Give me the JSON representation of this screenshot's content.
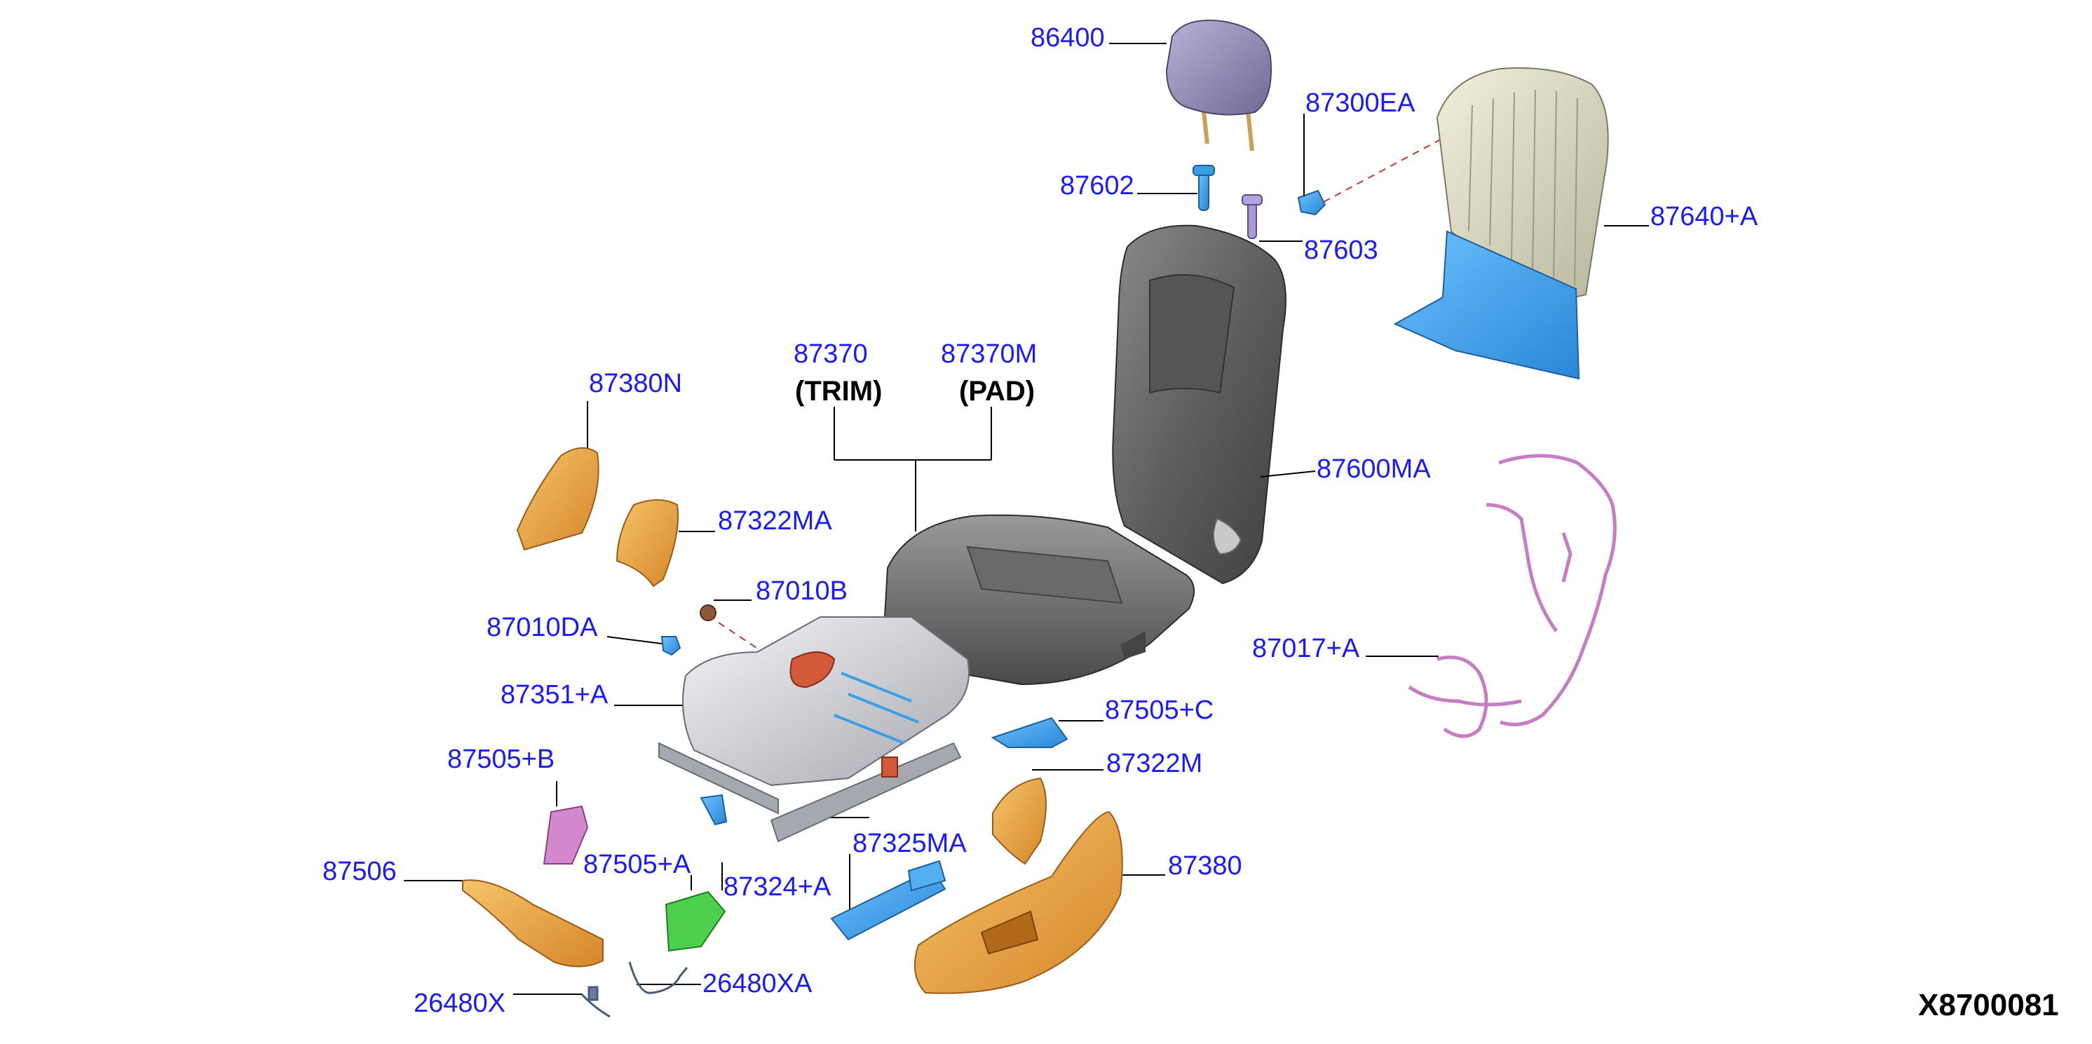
{
  "diagram": {
    "id_code": "X8700081",
    "notes": {
      "trim": "(TRIM)",
      "pad": "(PAD)"
    },
    "part_labels": {
      "p86400": "86400",
      "p87300EA": "87300EA",
      "p87602": "87602",
      "p87603": "87603",
      "p87640A": "87640+A",
      "p87370": "87370",
      "p87370M": "87370M",
      "p87380N": "87380N",
      "p87600MA": "87600MA",
      "p87322MA": "87322MA",
      "p87010B": "87010B",
      "p87010DA": "87010DA",
      "p87017A": "87017+A",
      "p87351A": "87351+A",
      "p87505C": "87505+C",
      "p87505B": "87505+B",
      "p87322M": "87322M",
      "p87325MA": "87325MA",
      "p87506": "87506",
      "p87505A": "87505+A",
      "p87324A": "87324+A",
      "p87380": "87380",
      "p26480XA": "26480XA",
      "p26480X": "26480X"
    }
  },
  "colors": {
    "label": "#1a1aff",
    "leader": "#000000",
    "dashed_leader": "#c0392b",
    "seat_gray": "#6e6e6e",
    "orange_part": "#e8a23a",
    "blue_part": "#3aa0e8",
    "pink_harness": "#c77dc4",
    "green_part": "#4ccf4c",
    "headrest": "#8f8ab3"
  }
}
